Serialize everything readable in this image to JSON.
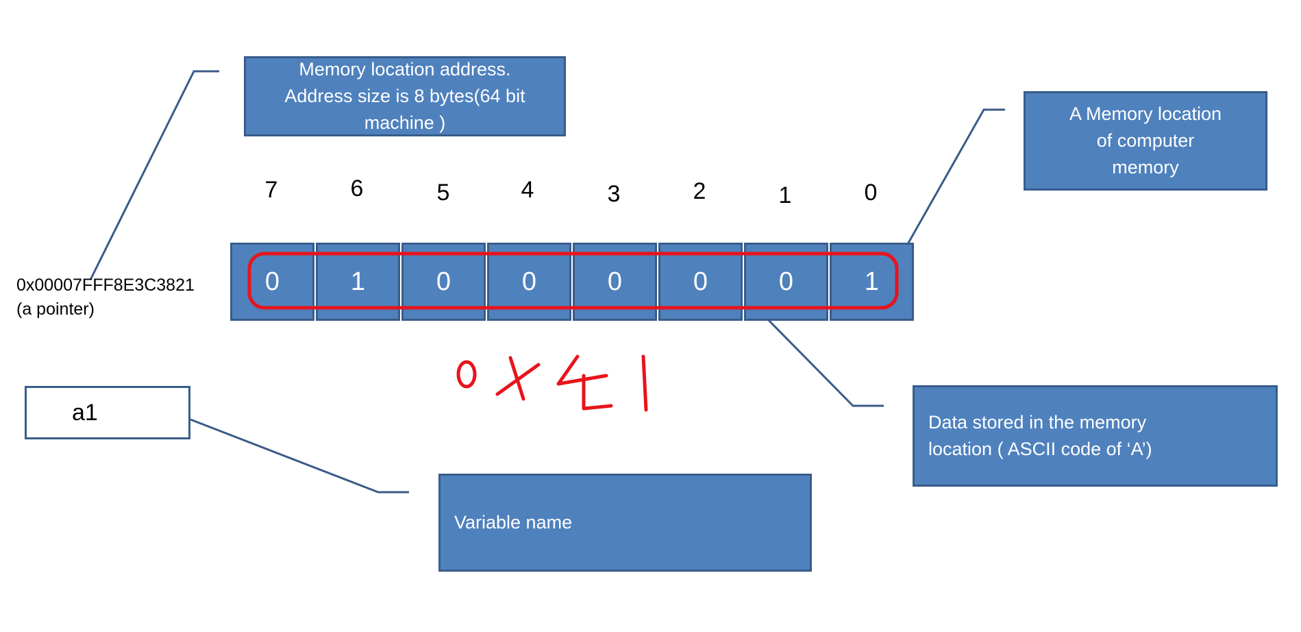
{
  "callouts": {
    "address": "Memory location address.\nAddress size is 8 bytes(64 bit\nmachine )",
    "location": "A Memory location\nof computer\nmemory",
    "data": "Data stored in the memory\nlocation ( ASCII code of ‘A’)",
    "variable": "Variable name"
  },
  "variable_name": "a1",
  "pointer": {
    "address": "0x00007FFF8E3C3821",
    "note": "(a pointer)"
  },
  "bit_indices": [
    "7",
    "6",
    "5",
    "4",
    "3",
    "2",
    "1",
    "0"
  ],
  "bits": [
    "0",
    "1",
    "0",
    "0",
    "0",
    "0",
    "0",
    "1"
  ],
  "handwritten_value": "0x41",
  "colors": {
    "box_fill": "#4f81bd",
    "box_border": "#385d8a",
    "connector": "#3b5b88",
    "highlight": "#e8141c"
  }
}
